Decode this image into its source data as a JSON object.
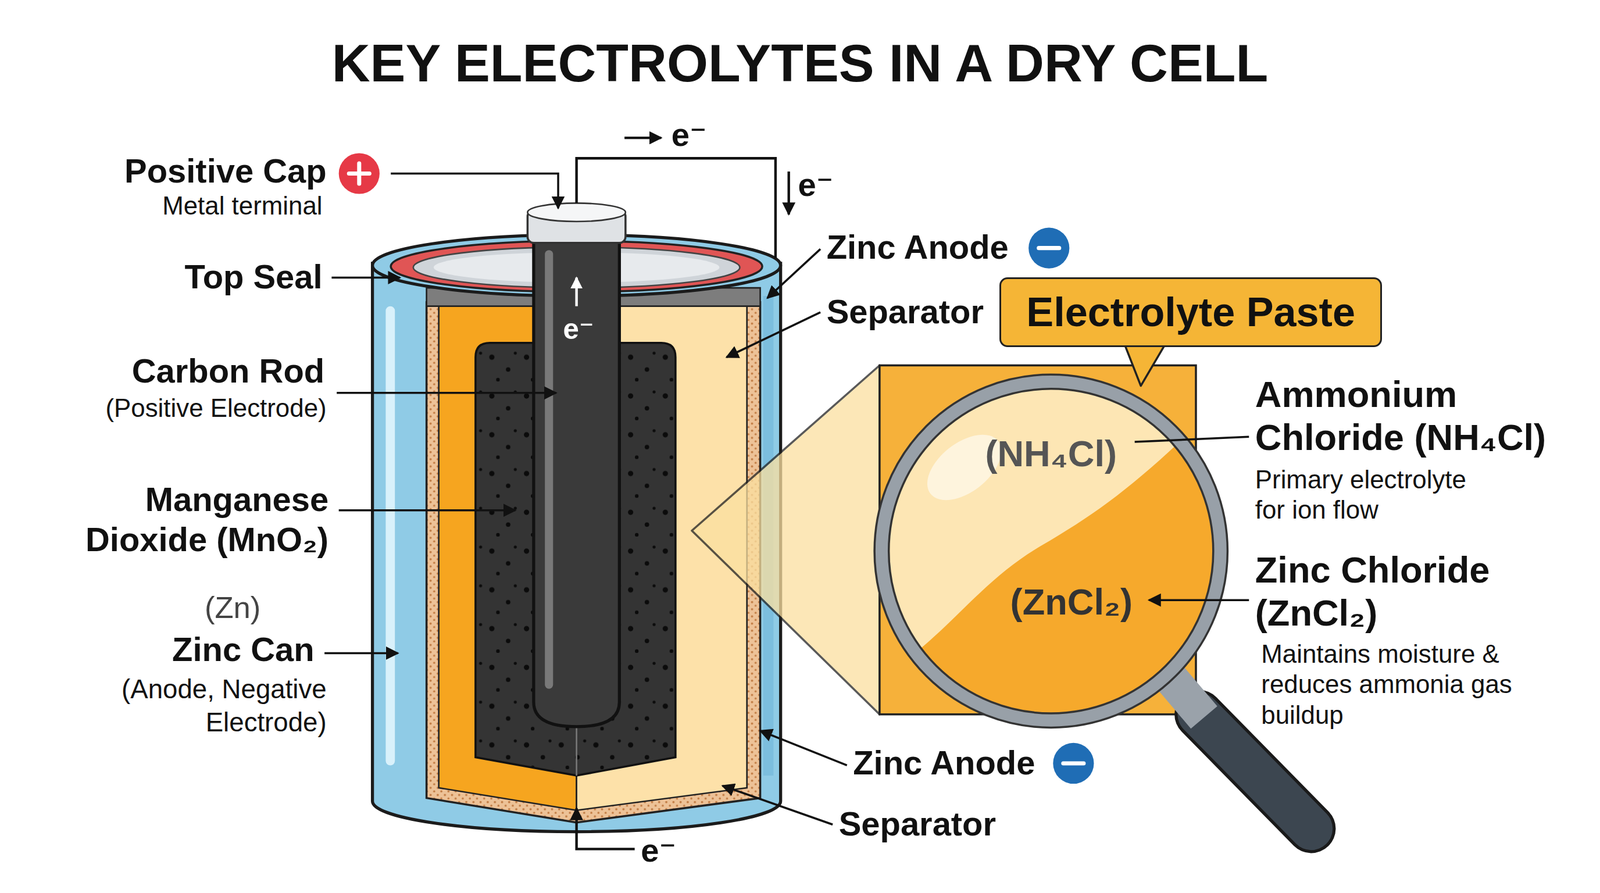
{
  "diagram": {
    "title": "KEY ELECTROLYTES IN A DRY CELL",
    "nodes": [
      {
        "text": [
          "Electrolyte Paste"
        ]
      },
      {
        "text": [
          "(NH₄Cl)",
          "(ZnCl₂)"
        ]
      }
    ],
    "labels": [
      "e⁻",
      "Positive Cap",
      "Metal terminal",
      "e⁻",
      "Zinc Anode",
      "Top Seal",
      "Separator",
      "e⁻",
      "Carbon Rod",
      "(Positive Electrode)",
      "Ammonium Chloride (NH₄Cl)",
      "Primary electrolyte for ion flow",
      "Manganese Dioxide (MnO₂)",
      "Zinc Chloride (ZnCl₂)",
      "Maintains moisture & reduces ammonia gas buildup",
      "(Zn)",
      "Zinc Can",
      "(Anode, Negative Electrode)",
      "Zinc Anode",
      "Separator",
      "e⁻"
    ]
  }
}
